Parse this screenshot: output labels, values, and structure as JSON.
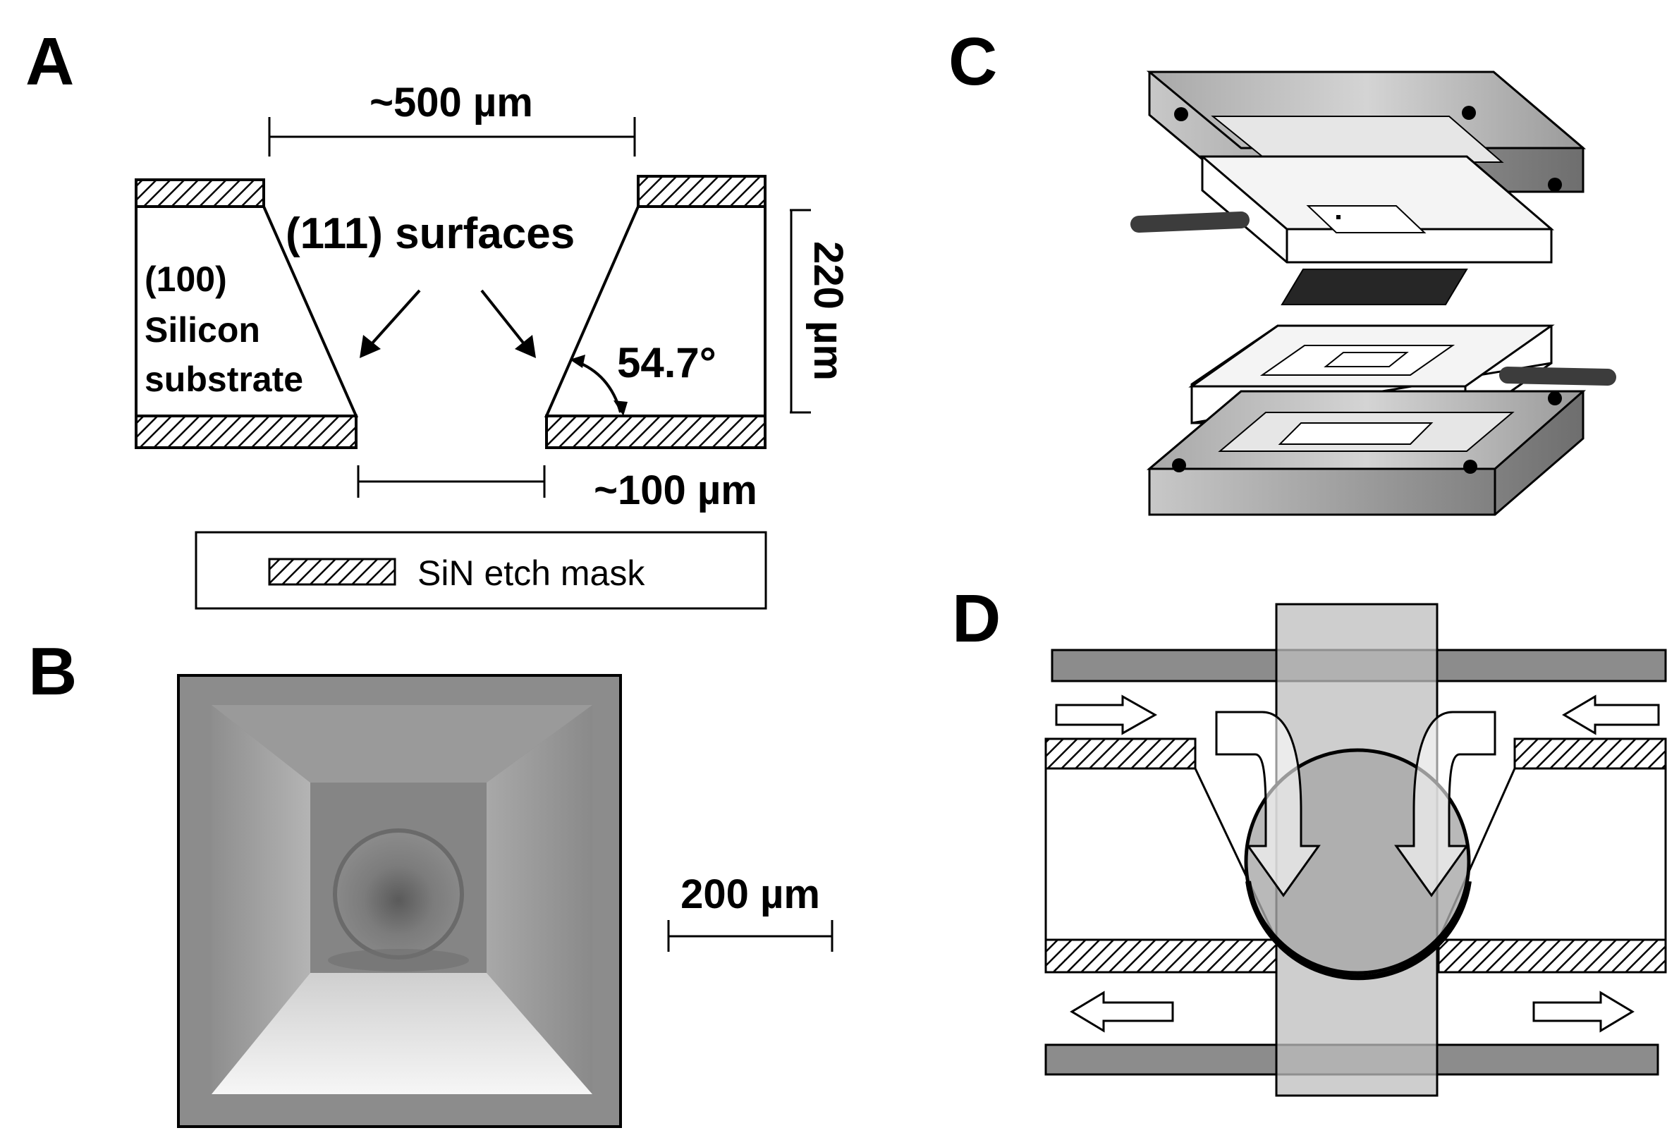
{
  "panels": {
    "a": "A",
    "b": "B",
    "c": "C",
    "d": "D"
  },
  "panel_a": {
    "top_width": "~500 µm",
    "surfaces": "(111) surfaces",
    "substrate_line1": "(100)",
    "substrate_line2": "Silicon",
    "substrate_line3": "substrate",
    "thickness": "220 µm",
    "angle": "54.7°",
    "bottom_width": "~100 µm",
    "legend": "SiN etch mask"
  },
  "panel_b": {
    "scale_bar": "200 µm"
  }
}
